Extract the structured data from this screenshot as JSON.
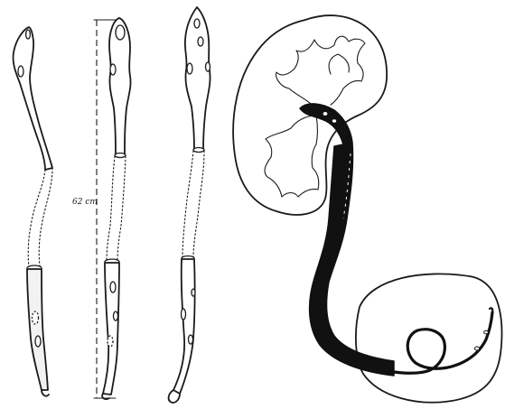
{
  "figure": {
    "length_label": "62 cm",
    "colors": {
      "ink": "#1a1a1a",
      "paper": "#ffffff"
    },
    "panels": [
      "stent-diagram-1",
      "stent-diagram-2-with-length-bracket",
      "stent-diagram-3",
      "kidney-ureter-bladder-with-stent"
    ]
  }
}
